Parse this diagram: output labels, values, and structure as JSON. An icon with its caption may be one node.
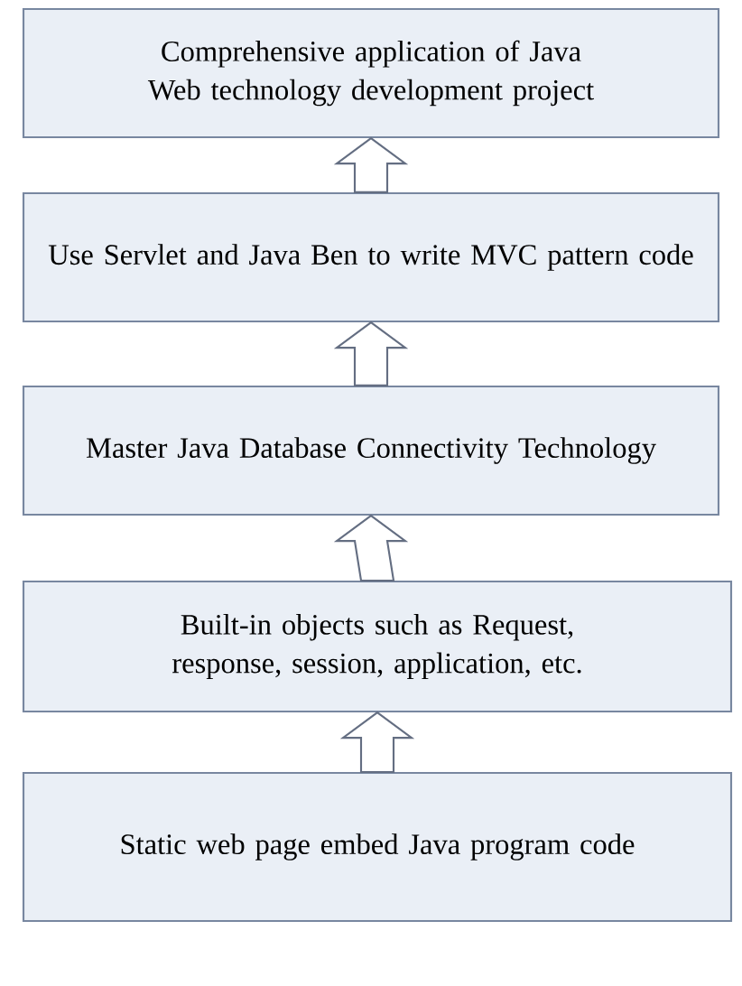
{
  "diagram": {
    "nodes": [
      {
        "text": [
          "Comprehensive application of Java Web technology development project"
        ]
      },
      {
        "text": [
          "Use Servlet and Java Ben to write MVC pattern code"
        ]
      },
      {
        "text": [
          "Master Java Database Connectivity Technology"
        ]
      },
      {
        "text": [
          "Built-in objects such as Request, response, session, application, etc."
        ]
      },
      {
        "text": [
          "Static web page embed Java program code"
        ]
      }
    ],
    "edges": [
      {
        "from": 4,
        "to": 3,
        "arrow": "to"
      },
      {
        "from": 3,
        "to": 2,
        "arrow": "to"
      },
      {
        "from": 2,
        "to": 1,
        "arrow": "to"
      },
      {
        "from": 1,
        "to": 0,
        "arrow": "to"
      }
    ]
  }
}
